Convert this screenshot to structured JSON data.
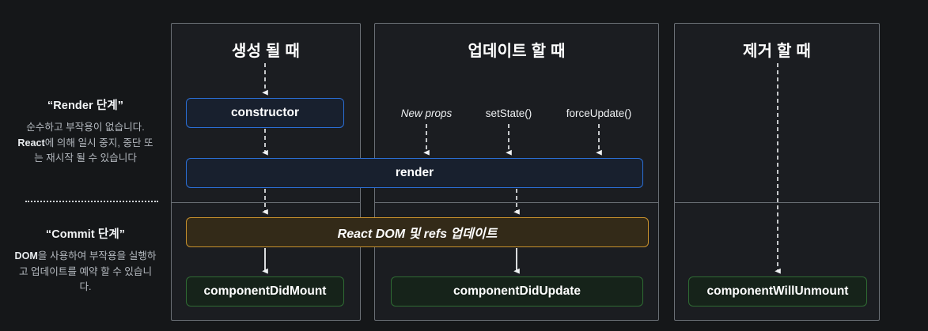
{
  "diagram": {
    "title": "React component lifecycle diagram",
    "background_color": "#151719",
    "colors": {
      "panel_border": "#6b7076",
      "render_accent": "#2b6fd6",
      "commit_accent": "#c8912c",
      "lifecycle_accent": "#2f6b34",
      "text": "#ffffff",
      "muted_text": "#b4b9bf"
    }
  },
  "sidebar": {
    "phases": [
      {
        "title": "“Render 단계”",
        "description_parts": [
          "순수하고 부작용이 없습니다. ",
          "React",
          "에 의해 일시 중지, 중단 또는 재시작 될 수 있습니다"
        ]
      },
      {
        "title": "“Commit 단계”",
        "description_parts": [
          "",
          "DOM",
          "을 사용하여 부작용을 실행하고 업데이트를 예약 할 수 있습니다."
        ]
      }
    ]
  },
  "panels": [
    {
      "id": "mount",
      "title": "생성 될 때"
    },
    {
      "id": "update",
      "title": "업데이트 할 때"
    },
    {
      "id": "unmount",
      "title": "제거 할 때"
    }
  ],
  "triggers": [
    {
      "label": "New props",
      "style": "italic"
    },
    {
      "label": "setState()",
      "style": "normal"
    },
    {
      "label": "forceUpdate()",
      "style": "normal"
    }
  ],
  "nodes": {
    "constructor": "constructor",
    "render": "render",
    "react_dom": "React DOM 및 refs 업데이트",
    "component_did_mount": "componentDidMount",
    "component_did_update": "componentDidUpdate",
    "component_will_unmount": "componentWillUnmount"
  }
}
